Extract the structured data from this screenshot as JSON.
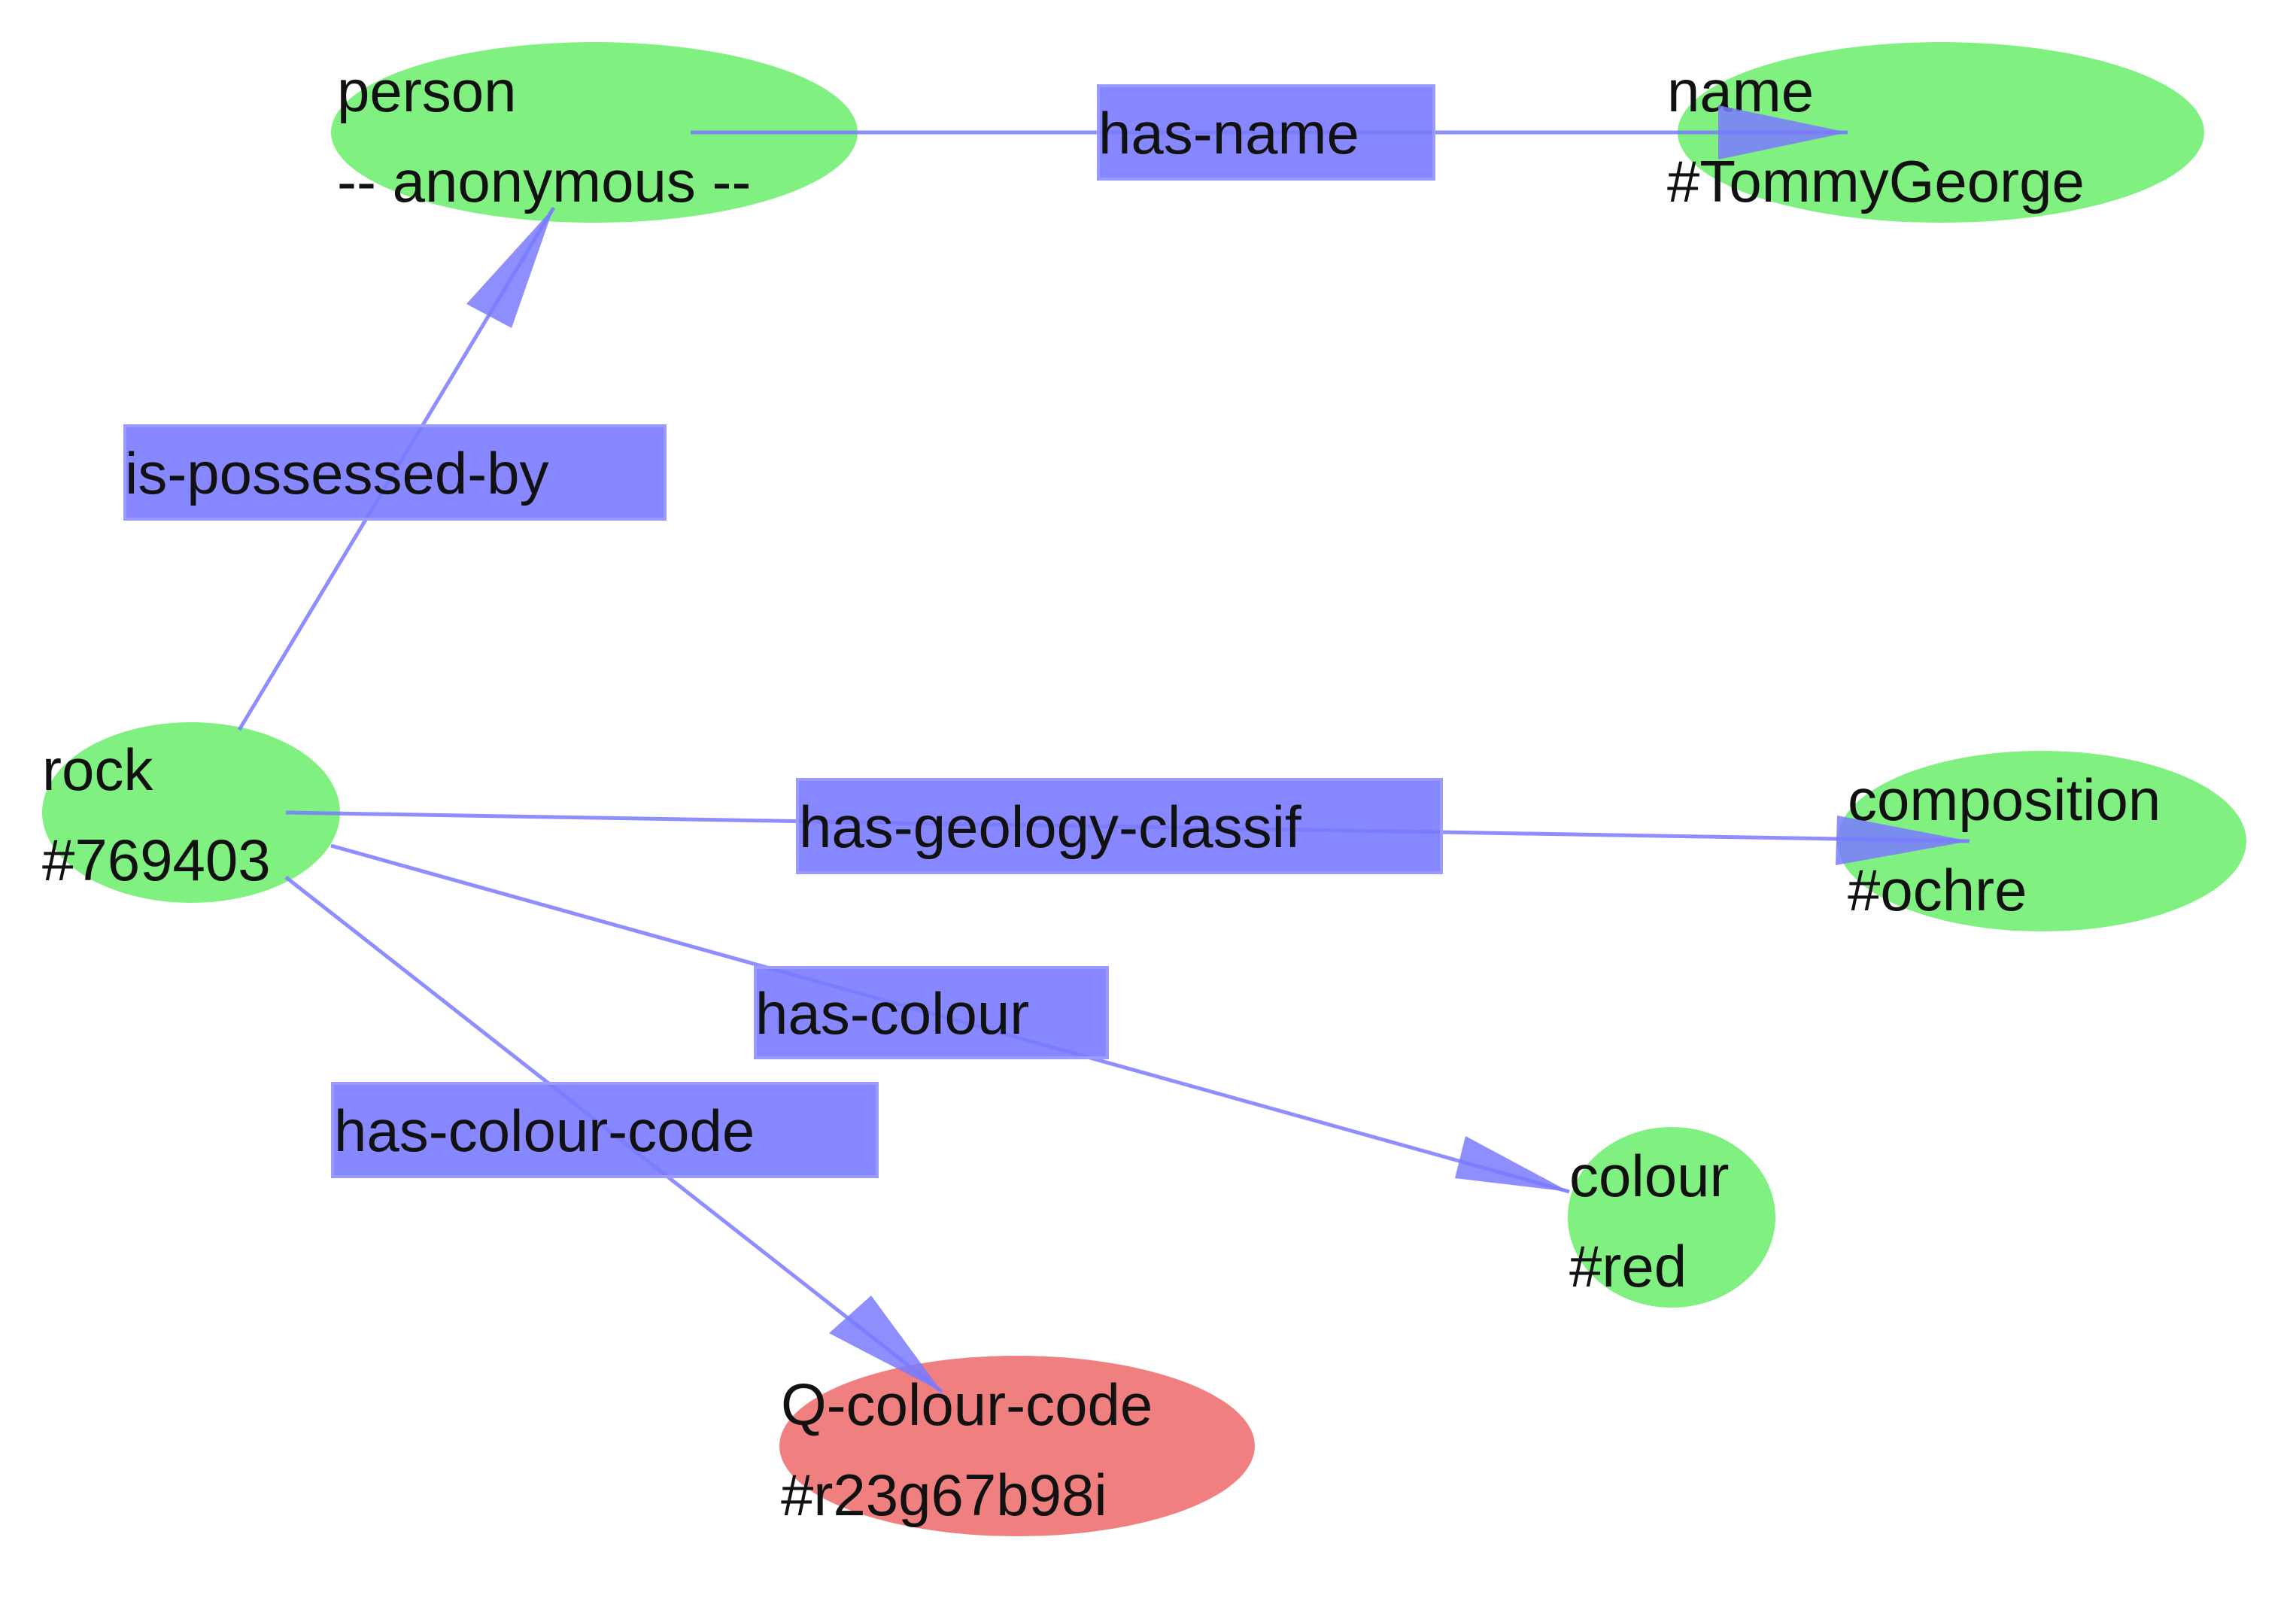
{
  "colors": {
    "node_fill": "#80f080",
    "query_node_fill": "#f08080",
    "edge_stroke": "#7a7aff",
    "arrow_fill": "#7a7aff",
    "label_box_fill": "#7a7aff",
    "label_box_stroke": "#9a9aff",
    "text": "#111111"
  },
  "nodes": [
    {
      "id": "person",
      "type": "person",
      "value": "-- anonymous --",
      "kind": "concept"
    },
    {
      "id": "name",
      "type": "name",
      "value": "#TommyGeorge",
      "kind": "concept"
    },
    {
      "id": "rock",
      "type": "rock",
      "value": "#769403",
      "kind": "concept"
    },
    {
      "id": "composition",
      "type": "composition",
      "value": "#ochre",
      "kind": "concept"
    },
    {
      "id": "colour",
      "type": "colour",
      "value": "#red",
      "kind": "concept"
    },
    {
      "id": "q-colour-code",
      "type": "Q-colour-code",
      "value": "#r23g67b98i",
      "kind": "query"
    }
  ],
  "edges": [
    {
      "id": "has-name",
      "from": "person",
      "to": "name",
      "label": "has-name"
    },
    {
      "id": "is-possessed-by",
      "from": "rock",
      "to": "person",
      "label": "is-possessed-by"
    },
    {
      "id": "has-geology-classif",
      "from": "rock",
      "to": "composition",
      "label": "has-geology-classif"
    },
    {
      "id": "has-colour",
      "from": "rock",
      "to": "colour",
      "label": "has-colour"
    },
    {
      "id": "has-colour-code",
      "from": "rock",
      "to": "q-colour-code",
      "label": "has-colour-code"
    }
  ]
}
